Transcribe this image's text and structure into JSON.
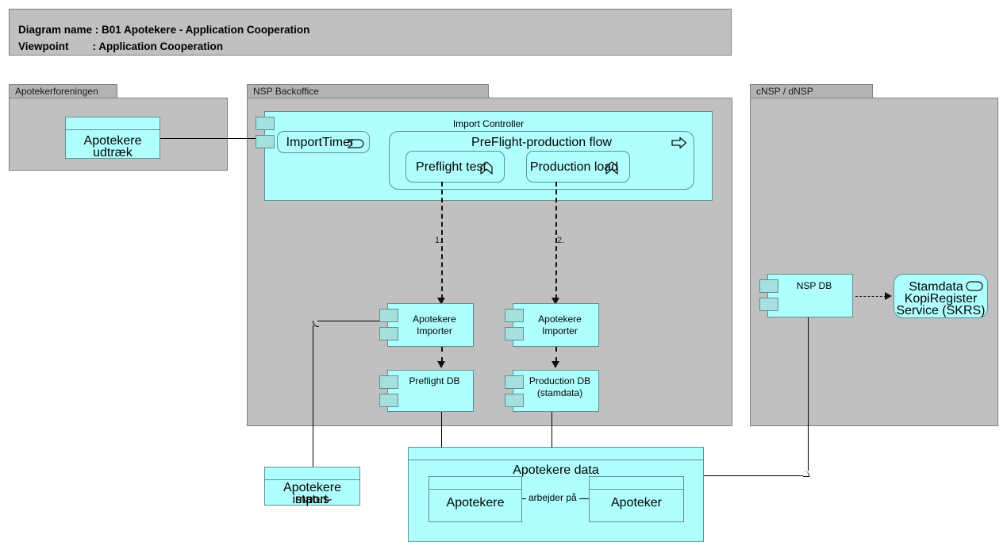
{
  "header": {
    "line1": "Diagram name : B01 Apotekere - Application Cooperation",
    "line2": "Viewpoint        : Application Cooperation"
  },
  "groups": [
    {
      "name": "Apotekerforeningen"
    },
    {
      "name": "NSP Backoffice"
    },
    {
      "name": "cNSP / dNSP"
    }
  ],
  "elements": {
    "apotekere_udtraek": {
      "label": "Apotekere udtræk",
      "type": "data-object"
    },
    "import_controller": {
      "label": "Import Controller",
      "type": "application-component"
    },
    "import_timer": {
      "label": "ImportTimer",
      "type": "application-event",
      "icon": "event-icon"
    },
    "preflight_production_flow": {
      "label": "PreFlight-production flow",
      "type": "application-process",
      "icon": "process-arrow-icon"
    },
    "preflight_test": {
      "label": "Preflight test",
      "type": "application-function",
      "icon": "function-icon"
    },
    "production_load": {
      "label": "Production load",
      "type": "application-function",
      "icon": "function-icon"
    },
    "importer_left": {
      "line1": "Apotekere",
      "line2": "Importer",
      "type": "application-component"
    },
    "importer_right": {
      "line1": "Apotekere",
      "line2": "Importer",
      "type": "application-component"
    },
    "preflight_db": {
      "label": "Preflight DB",
      "type": "application-component"
    },
    "production_db": {
      "line1": "Production DB",
      "line2": "(stamdata)",
      "type": "application-component"
    },
    "nsp_db": {
      "label": "NSP DB",
      "type": "application-component"
    },
    "skrs": {
      "line1": "Stamdata",
      "line2": "KopiRegister",
      "line3": "Service (SKRS)",
      "type": "application-service",
      "icon": "service-oval-icon"
    },
    "import_status": {
      "line1": "Apotekere import-",
      "line2": "status",
      "type": "data-object"
    },
    "apotekere_data": {
      "label": "Apotekere data",
      "type": "data-object"
    },
    "apotekere": {
      "label": "Apotekere",
      "type": "data-object"
    },
    "apoteker": {
      "label": "Apoteker",
      "type": "data-object"
    }
  },
  "connectors": {
    "seq1": "1.",
    "seq2": "2.",
    "arbejder_paa": "arbejder på"
  },
  "colors": {
    "element_fill": "#B0FFFF",
    "element_border": "#5F8F8F",
    "nub_fill": "#A6E0DE",
    "group_body": "#C0C0C0",
    "group_tab": "#B3B3B3",
    "group_border": "#808080",
    "header_fill": "#C0C0C0",
    "line": "#000000",
    "page_background": "#FFFFFF"
  }
}
